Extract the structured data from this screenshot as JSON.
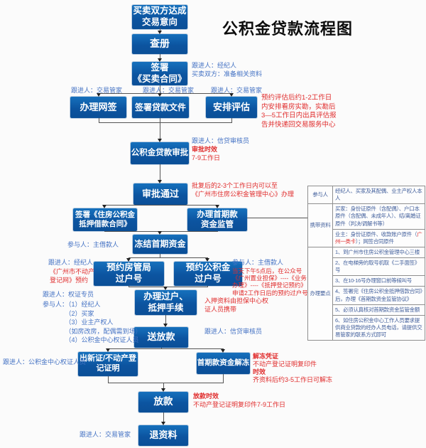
{
  "title": "公积金贷款流程图",
  "colors": {
    "box_blue": "#0b4f97",
    "annotation_blue": "#4573c4",
    "annotation_red": "#e02c2c"
  },
  "boxes": {
    "intent": "买卖双方达成\n交易意向",
    "chacha": "查册",
    "sign_contract": "签署\n《买卖合同》",
    "wangqian": "办理网签",
    "loan_docs": "签署贷款文件",
    "appraisal": "安排评估",
    "approval": "公积金贷款审批",
    "approved": "审批通过",
    "sign_mortgage": "签署《住房公积金\n抵押借款合同》",
    "escrow": "办理首期款\n资金监管",
    "freeze": "冻结首期资金",
    "book_fgj": "预约房管局\n过户号",
    "book_gjj": "预约公积金\n过户号",
    "transfer": "办理过户、\n抵押手续",
    "send_loan": "送放款",
    "new_cert": "出新证/不动产登\n记证明",
    "unfreeze": "首期款资金解冻",
    "fangkuan": "放款",
    "return_docs": "退资料"
  },
  "notes": {
    "contract_follow": "跟进人：经纪人\n买卖双方：准备相关资料",
    "follow_manager1": "跟进人：交易管家",
    "follow_manager2": "跟进人：交易管家",
    "follow_manager3": "跟进人：交易管家",
    "appraisal_time": "预约评估后约1-2工作日\n内安排看房实勘，实勘后\n3—5工作日内出具评估报\n告并快递回交易服务中心",
    "approval_follow": "跟进人：信贷审核员",
    "approval_sla_title": "审批时效",
    "approval_sla": "7-9工作日",
    "approved_note": "批复后的2-3个工作日内可以至\n《广州市住房公积金管理中心》办理",
    "freeze_participant": "参与人：主借款人",
    "fgj_follow": "跟进人：经纪人",
    "fgj_note": "《广州市不动产\n 登记网》预约",
    "transfer_follow": "跟进人：权证专员",
    "transfer_participants": "参与人：（1）经纪人\n　　　　（2）买家\n　　　　（3）业主产权人\n　　　　（如房改房，配偶需到场）\n　　　　（4）公积金中心权证人员",
    "gjj_participant": "参与人：主借款人",
    "gjj_note": "当天下午5点后，在公众号\n《广州置业担保》----《业务\n办理》----《抵押登记预约》\n申请2工作日后的预约过户号",
    "pledge_note": "入押资料由担保中心权\n证人员携带",
    "sendloan_follow": "跟进人：信贷审核员",
    "newcert_follow": "跟进人：公积金中心权证人员",
    "unfreeze_title": "解冻凭证",
    "unfreeze_doc": "不动产登记证明复印件",
    "unfreeze_sla_title": "时效",
    "unfreeze_sla": "齐资料后约3-5工作日可解冻",
    "loan_sla_title": "放款时效",
    "loan_sla": "不动产登记证明复印件7-9工作日",
    "return_follow": "跟进人：交易管家"
  },
  "table": {
    "participants_label": "参与人",
    "participants_value": "经纪人、买家及其配偶、业主产权人本人",
    "materials_label": "携带资料",
    "materials_buyer": "买家：身份证原件（含配偶）、户口本原件（含配偶、未成年人）、结/离婚证原件（判决/调解书等）",
    "materials_owner_pre": "业主：身份证原件、收款账户原件（",
    "materials_owner_red": "广州一类卡",
    "materials_owner_post": "）；网签合同原件",
    "points_label": "办理要点",
    "point1": "1、到广州市住房公积金管理中心三楼",
    "point2": "2、在电梯旁的取号机取《二手面签》号",
    "point3": "3、在10-16号办理窗口前等候叫号",
    "point4": "4、签署完《住房公积金抵押借款合同》后，办理《首期款资金监管协议》",
    "point5": "5、必须认真核对首期款资金监管金额",
    "point6": "6、如住房公积金中心工作人员要求提供商业贷款的经办人员电话，请提供交易管家的联系方式即可"
  }
}
